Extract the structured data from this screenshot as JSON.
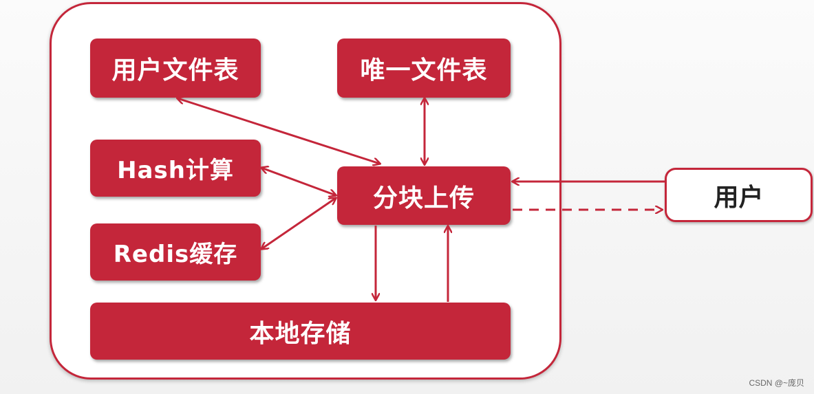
{
  "nodes": {
    "user_file_table": "用户文件表",
    "unique_file_table": "唯一文件表",
    "hash_calc": "Hash计算",
    "redis_cache": "Redis缓存",
    "chunk_upload": "分块上传",
    "local_storage": "本地存储",
    "user": "用户"
  },
  "watermark": "CSDN @~庞贝",
  "colors": {
    "accent": "#c4263a",
    "node_text": "#ffffff",
    "user_text": "#222222"
  }
}
